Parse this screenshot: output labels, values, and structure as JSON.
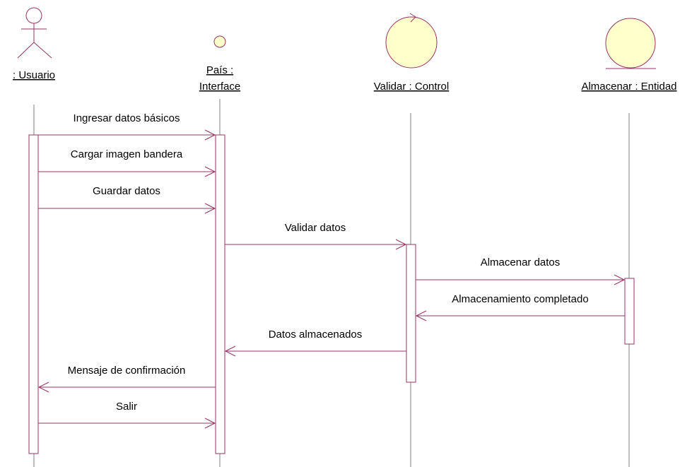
{
  "participants": {
    "usuario": {
      "name": ": Usuario",
      "kind": "actor"
    },
    "pais": {
      "name_line1": "País :",
      "name_line2": "Interface",
      "kind": "boundary"
    },
    "validar": {
      "name": "Validar : Control",
      "kind": "control"
    },
    "almacenar": {
      "name": "Almacenar : Entidad",
      "kind": "entity"
    }
  },
  "messages": [
    {
      "label": "Ingresar datos básicos",
      "from": "usuario",
      "to": "pais",
      "direction": "right"
    },
    {
      "label": "Cargar imagen bandera",
      "from": "usuario",
      "to": "pais",
      "direction": "right"
    },
    {
      "label": "Guardar datos",
      "from": "usuario",
      "to": "pais",
      "direction": "right"
    },
    {
      "label": "Validar datos",
      "from": "pais",
      "to": "validar",
      "direction": "right"
    },
    {
      "label": "Almacenar datos",
      "from": "validar",
      "to": "almacenar",
      "direction": "right"
    },
    {
      "label": "Almacenamiento completado",
      "from": "almacenar",
      "to": "validar",
      "direction": "left"
    },
    {
      "label": "Datos almacenados",
      "from": "validar",
      "to": "pais",
      "direction": "left"
    },
    {
      "label": "Mensaje de confirmación",
      "from": "pais",
      "to": "usuario",
      "direction": "left"
    },
    {
      "label": "Salir",
      "from": "usuario",
      "to": "pais",
      "direction": "right"
    }
  ],
  "colors": {
    "line": "#993366",
    "shape_fill": "#ffffcc",
    "lifeline": "#808080"
  }
}
